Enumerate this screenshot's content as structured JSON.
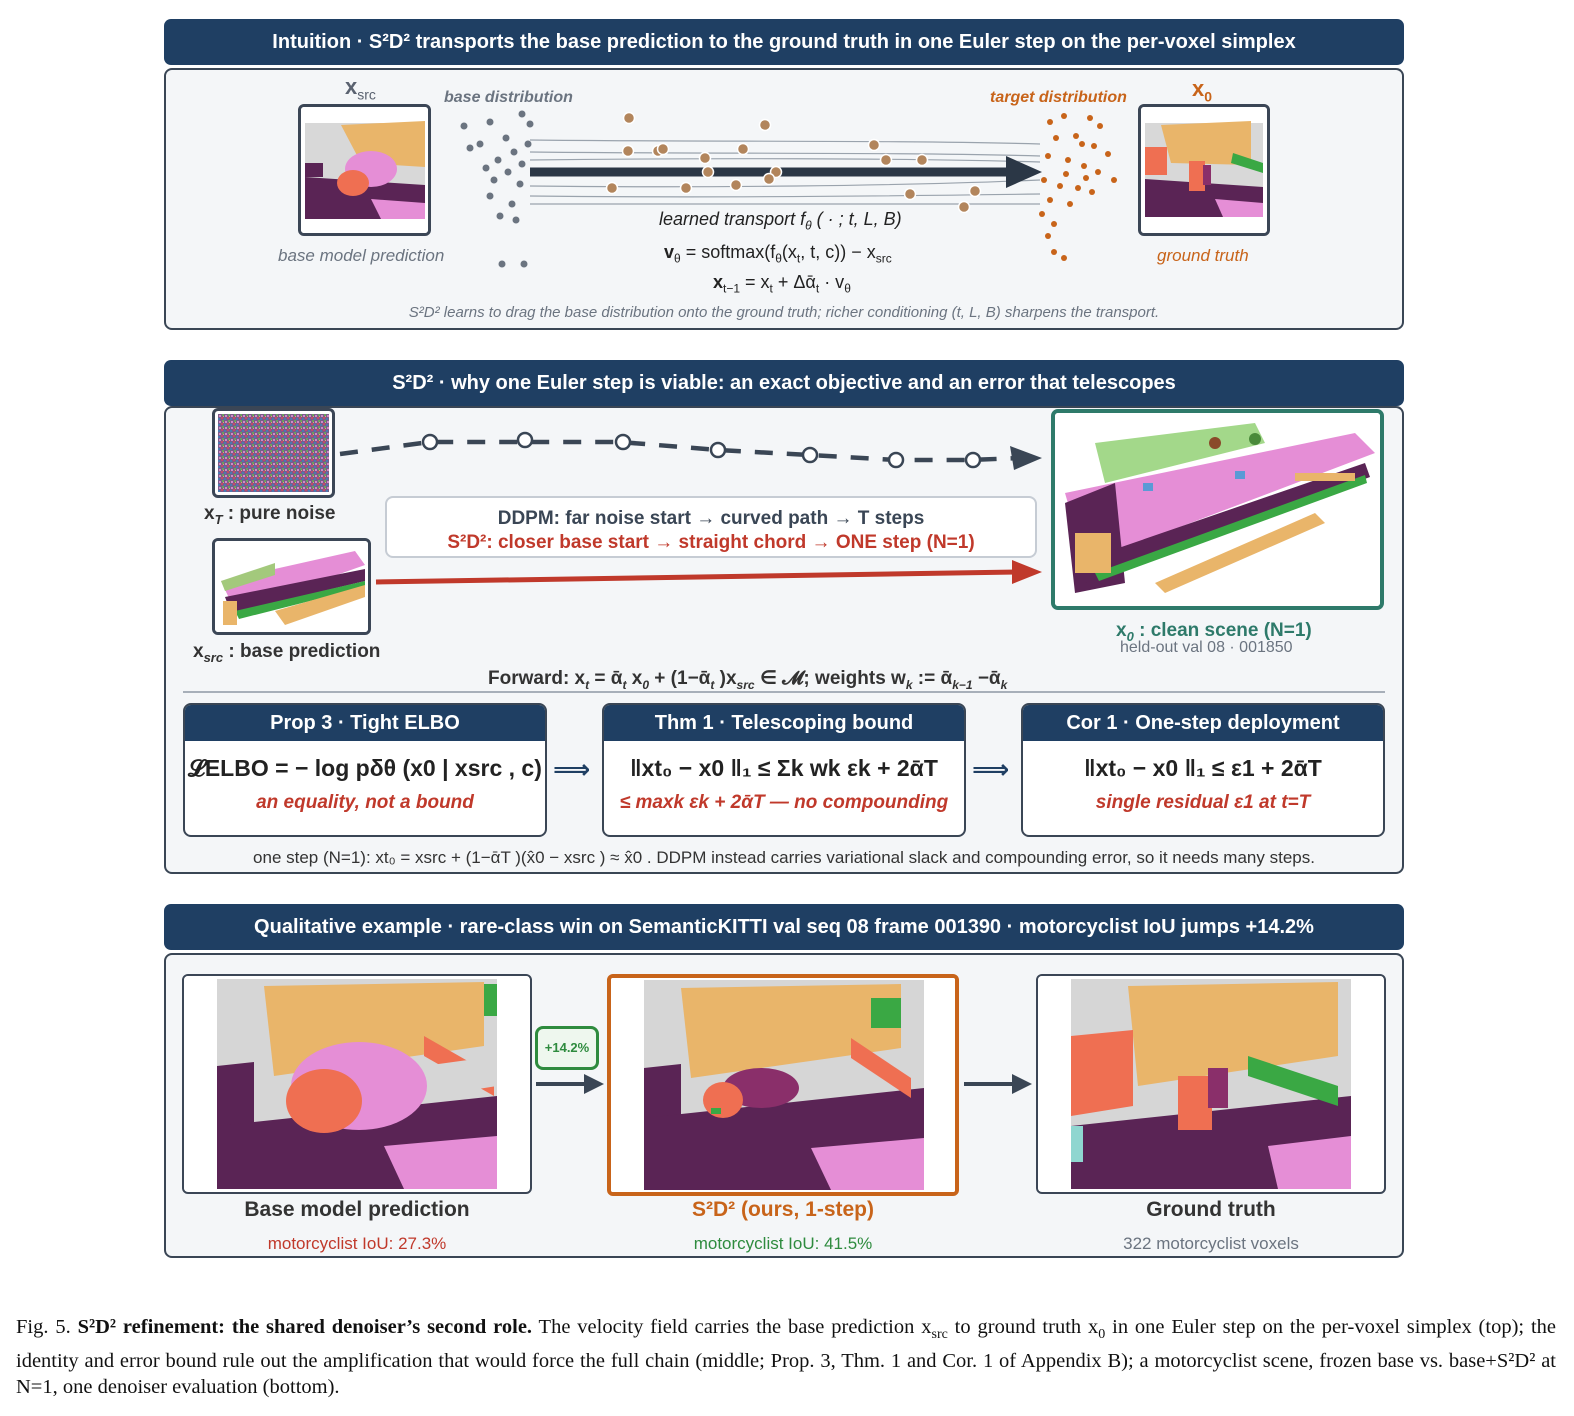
{
  "top": {
    "banner": "Intuition · S²D² transports the base prediction to the ground truth in one Euler step on the per-voxel simplex",
    "xsrc_label": "x",
    "xsrc_sub": "src",
    "x0_label": "x",
    "x0_sub": "0",
    "base_distribution": "base distribution",
    "target_distribution": "target distribution",
    "base_model_prediction": "base model prediction",
    "ground_truth": "ground truth",
    "transport_label": "learned transport  f",
    "transport_args": "( · ; t, L, B)",
    "eq_velocity": "v",
    "eq_velocity_rest": " = softmax(f",
    "eq_velocity_rest2": "(x",
    "eq_velocity_rest3": ", t, c)) − x",
    "eq_step": "x",
    "eq_step_rest": " = x",
    "eq_step_rest2": " + Δᾱ",
    "eq_step_rest3": " · v",
    "footnote": "S²D² learns to drag the base distribution onto the ground truth; richer conditioning (t, L, B) sharpens the transport."
  },
  "middle": {
    "banner": "S²D² · why one Euler step is viable: an exact objective and an error that telescopes",
    "noise_label": "x",
    "noise_label_sub": "T",
    "noise_label_rest": " : pure noise",
    "base_label": "x",
    "base_label_sub": "src",
    "base_label_rest": " : base prediction",
    "clean_label": "x",
    "clean_label_sub": "0",
    "clean_label_rest": " : clean scene (N=1)",
    "clean_sublabel": "held-out val 08 · 001850",
    "ddpm_line": "DDPM:  far noise start  →  curved path  →  T steps",
    "s2d2_line": "S²D²:  closer base start  →  straight chord  →  ONE step (N=1)",
    "forward_eq": "Forward:  x",
    "forward_eq_rest": " = ᾱ",
    "forward_eq_rest2": " x",
    "forward_eq_rest3": " + (1−ᾱ",
    "forward_eq_rest4": " )x",
    "forward_eq_rest5": "  ∈ 𝓜;   weights w",
    "forward_eq_rest6": " := ᾱ",
    "forward_eq_rest7": " −ᾱ",
    "boxes": [
      {
        "title": "Prop 3 · Tight ELBO",
        "eq": "𝓛ELBO = − log pδθ (x0 | xsrc , c)",
        "note": "an equality, not a bound"
      },
      {
        "title": "Thm 1 · Telescoping bound",
        "eq": "‖xt₀ − x0 ‖₁ ≤ Σk wk εk + 2ᾱT",
        "note": "≤ maxk εk + 2ᾱT — no compounding"
      },
      {
        "title": "Cor 1 · One-step deployment",
        "eq": "‖xt₀ − x0 ‖₁ ≤ ε1 + 2ᾱT",
        "note": "single residual ε1  at t=T"
      }
    ],
    "arrow_glyph": "⟹",
    "bottom_line": "one step (N=1):  xt₀ = xsrc + (1−ᾱT )(x̂0 − xsrc ) ≈ x̂0 .   DDPM instead carries variational slack and compounding error, so it needs many steps."
  },
  "bottom": {
    "banner": "Qualitative example · rare-class win on SemanticKITTI val seq 08 frame 001390 · motorcyclist IoU jumps +14.2%",
    "badge": "+14.2%",
    "panels": [
      {
        "title": "Base model prediction",
        "sub": "motorcyclist IoU: 27.3%"
      },
      {
        "title": "S²D² (ours, 1-step)",
        "sub": "motorcyclist IoU: 41.5%"
      },
      {
        "title": "Ground truth",
        "sub": "322 motorcyclist voxels"
      }
    ]
  },
  "caption": {
    "fig": "Fig. 5.",
    "bold": "S²D² refinement: the shared denoiser’s second role.",
    "text": " The velocity field carries the base prediction x",
    "text_src": "src",
    "text2": " to ground truth x",
    "text_0": "0",
    "text3": " in one Euler step on the per-voxel simplex (top); the identity and error bound rule out the amplification that would force the full chain (middle; Prop. 3, Thm. 1 and Cor. 1 of Appendix B); a motorcyclist scene, frozen base vs. base+S²D² at N=1, one denoiser evaluation (bottom)."
  },
  "colors": {
    "banner": "#1f3f63",
    "panel_border": "#3a4655",
    "orange": "#c8641a",
    "red": "#c0392b",
    "green": "#2e8b3e",
    "teal": "#2e7a6a",
    "voxel_purple": "#5a2455",
    "voxel_orange": "#e9b56a",
    "voxel_pink": "#e58ed6",
    "voxel_salmon": "#ef6f52"
  }
}
